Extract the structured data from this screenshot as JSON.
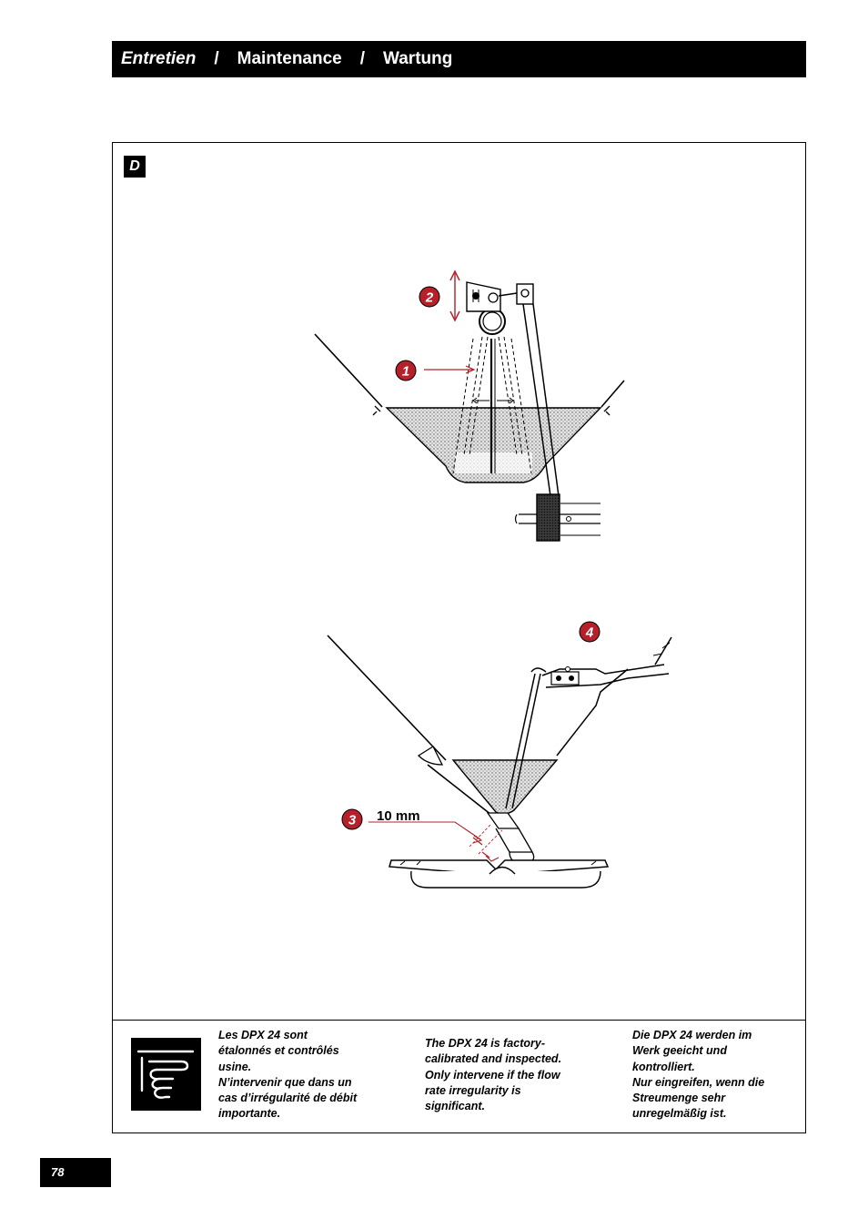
{
  "header": {
    "french": "Entretien",
    "separator": "/",
    "english": "Maintenance",
    "german": "Wartung"
  },
  "section_label": "D",
  "figure_top": {
    "callouts": [
      "2",
      "1"
    ]
  },
  "figure_bottom": {
    "callouts": [
      "4",
      "3"
    ],
    "dimension_label": "10 mm"
  },
  "note": {
    "icon": "pointing-hand-icon",
    "french": [
      "Les DPX 24 sont",
      "étalonnés et contrôlés",
      "usine.",
      "N’intervenir que dans un",
      "cas d’irrégularité de débit",
      "importante."
    ],
    "english": [
      "The DPX 24 is factory-",
      "calibrated and inspected.",
      "Only intervene if the flow",
      "rate irregularity is",
      "significant."
    ],
    "german": [
      "Die DPX 24 werden im",
      "Werk geeicht und",
      "kontrolliert.",
      "Nur eingreifen, wenn die",
      "Streumenge sehr",
      "unregelmäßig ist."
    ]
  },
  "page_number": "78",
  "colors": {
    "callout_red": "#b5202a",
    "fill_stipple": "#c8c8c8",
    "black": "#000000"
  }
}
